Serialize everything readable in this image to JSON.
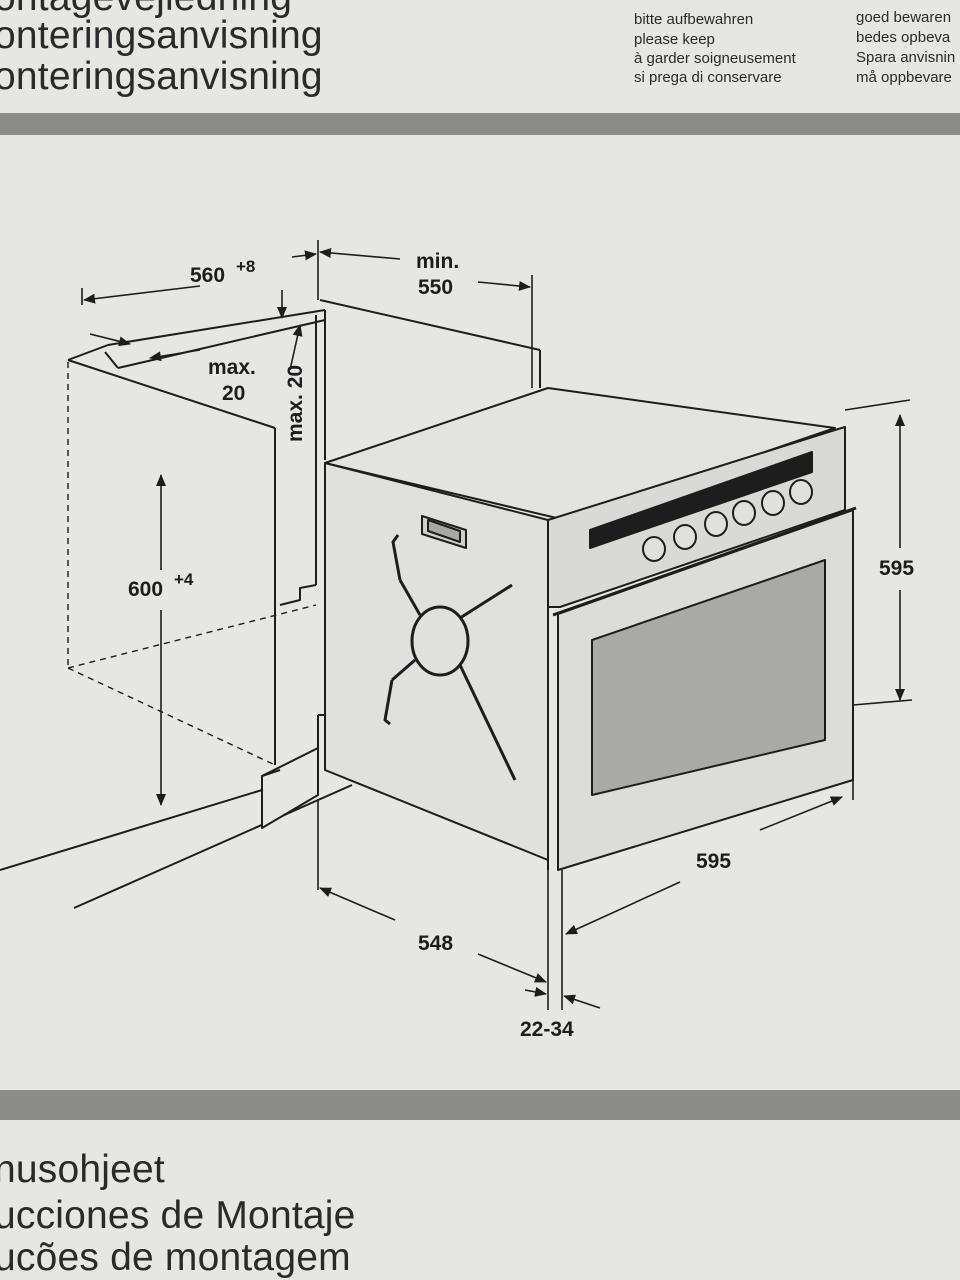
{
  "header": {
    "titles": [
      "ontagevejledning",
      "onteringsanvisning",
      "onteringsanvisning"
    ],
    "keep_col1": [
      "bitte aufbewahren",
      "please keep",
      "à garder soigneusement",
      "si prega di conservare"
    ],
    "keep_col2": [
      "goed bewaren",
      "bedes opbeva",
      "Spara anvisnin",
      "må oppbevare"
    ]
  },
  "dimensions": {
    "cabinet_depth": "560",
    "cabinet_depth_tol": "+8",
    "min_label": "min.",
    "min_value": "550",
    "max_front_label": "max.",
    "max_front_value": "20",
    "max_top": "max. 20",
    "cabinet_height": "600",
    "cabinet_height_tol": "+4",
    "oven_height": "595",
    "oven_width": "595",
    "oven_depth": "548",
    "front_offset": "22-34"
  },
  "footer": {
    "titles": [
      "nusohjeet",
      "ucciones de Montaje",
      "ucões de montagem"
    ]
  },
  "colors": {
    "paper": "#e6e6e3",
    "band": "#8c8c8a",
    "ink": "#1d1d1d"
  }
}
